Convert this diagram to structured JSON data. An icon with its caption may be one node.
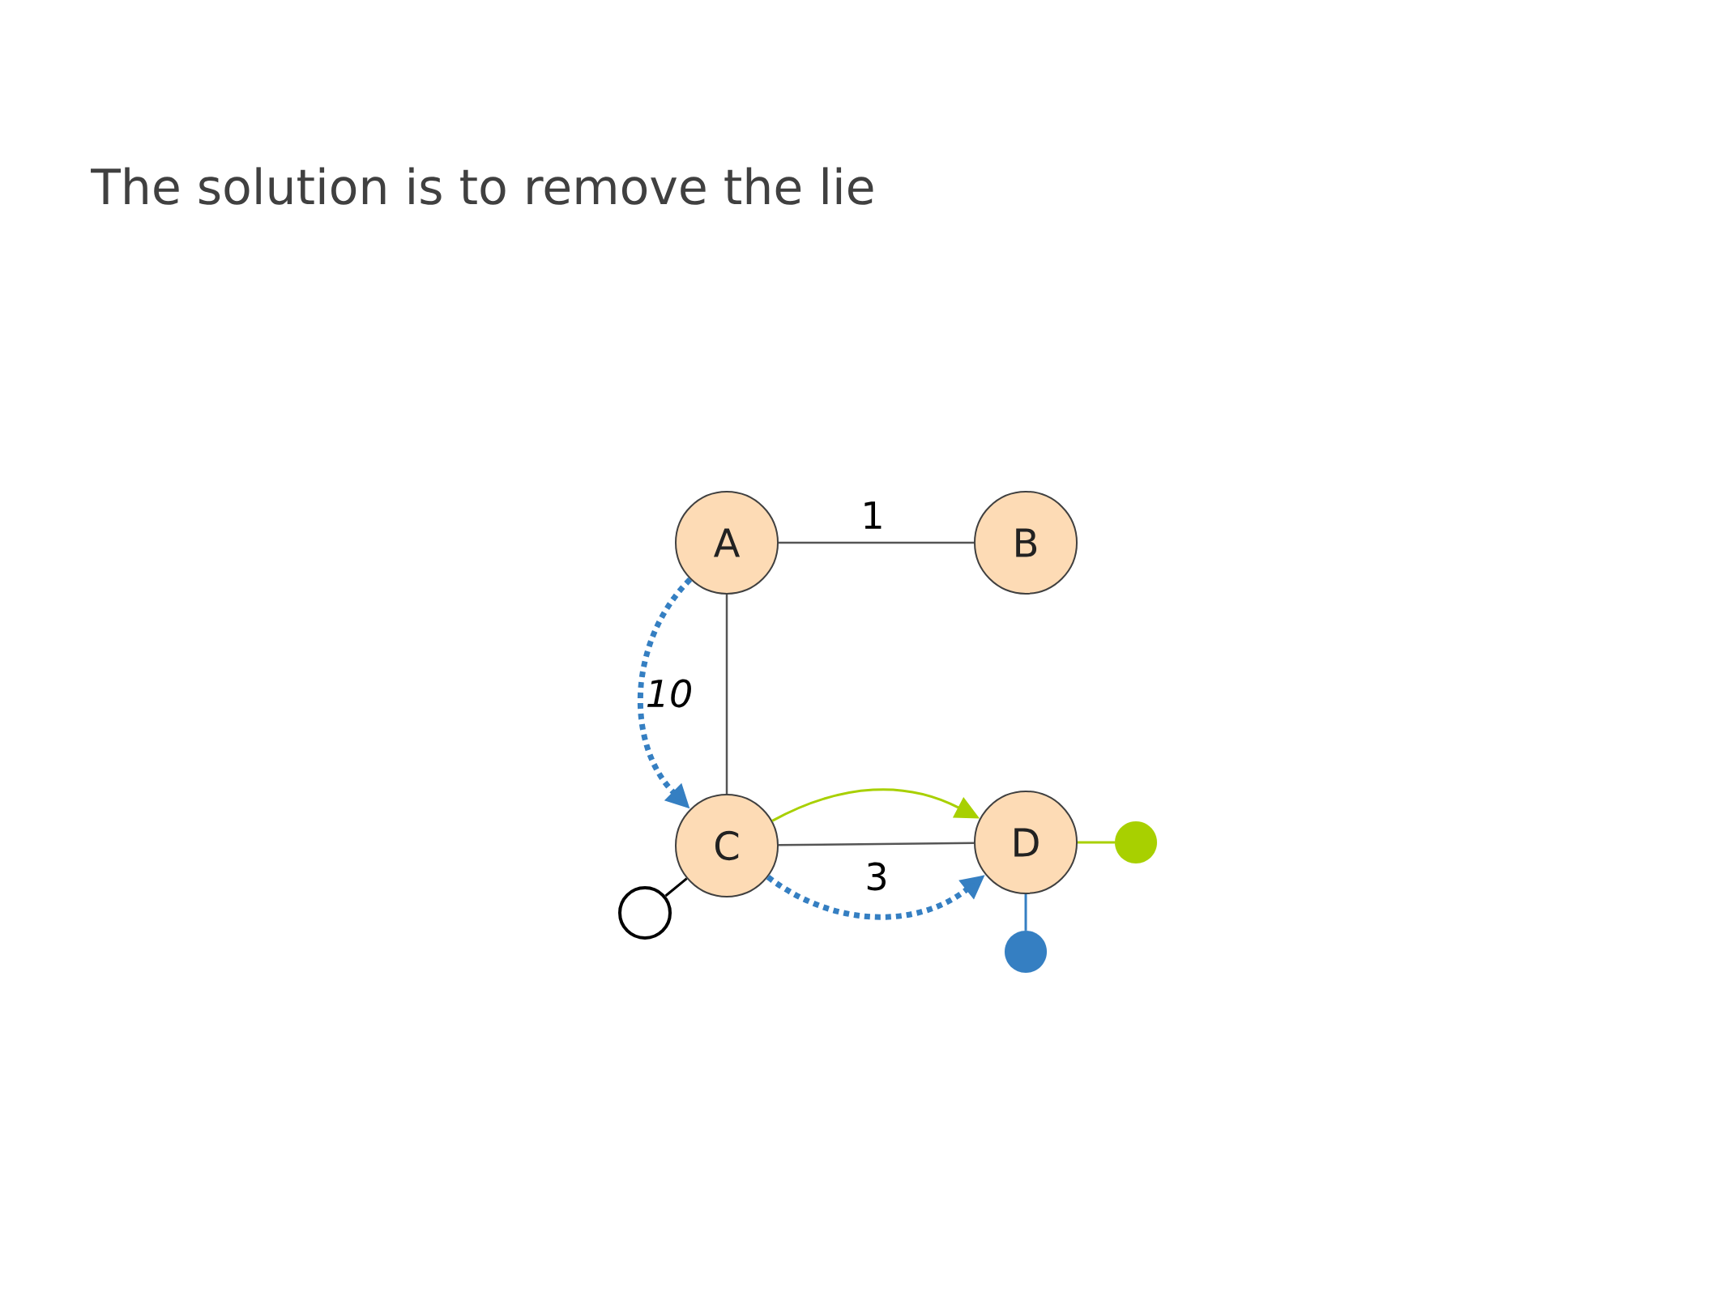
{
  "diagram": {
    "title": "The solution is to remove the lie",
    "nodes": [
      {
        "text": [
          "A"
        ]
      },
      {
        "text": [
          "B"
        ]
      },
      {
        "text": [
          "C"
        ]
      },
      {
        "text": [
          "D"
        ]
      },
      {
        "text": [],
        "shape": "circle"
      },
      {
        "text": [],
        "shape": "circle"
      },
      {
        "text": [],
        "shape": "circle"
      }
    ],
    "edges": [
      {
        "from": 0,
        "to": 1,
        "arrow": "none",
        "label": "1"
      },
      {
        "from": 0,
        "to": 2,
        "arrow": "none"
      },
      {
        "from": 0,
        "to": 2,
        "arrow": "to",
        "label": "10",
        "style": "dashed",
        "color": "#357fc2"
      },
      {
        "from": 2,
        "to": 3,
        "arrow": "none",
        "label": "3"
      },
      {
        "from": 2,
        "to": 3,
        "arrow": "to",
        "color": "#a8d000"
      },
      {
        "from": 2,
        "to": 3,
        "arrow": "to",
        "style": "dashed",
        "color": "#357fc2"
      },
      {
        "from": 2,
        "to": 4,
        "arrow": "none",
        "color": "#000000"
      },
      {
        "from": 3,
        "to": 5,
        "arrow": "none",
        "color": "#a8d000"
      },
      {
        "from": 3,
        "to": 6,
        "arrow": "none",
        "color": "#357fc2"
      }
    ]
  }
}
